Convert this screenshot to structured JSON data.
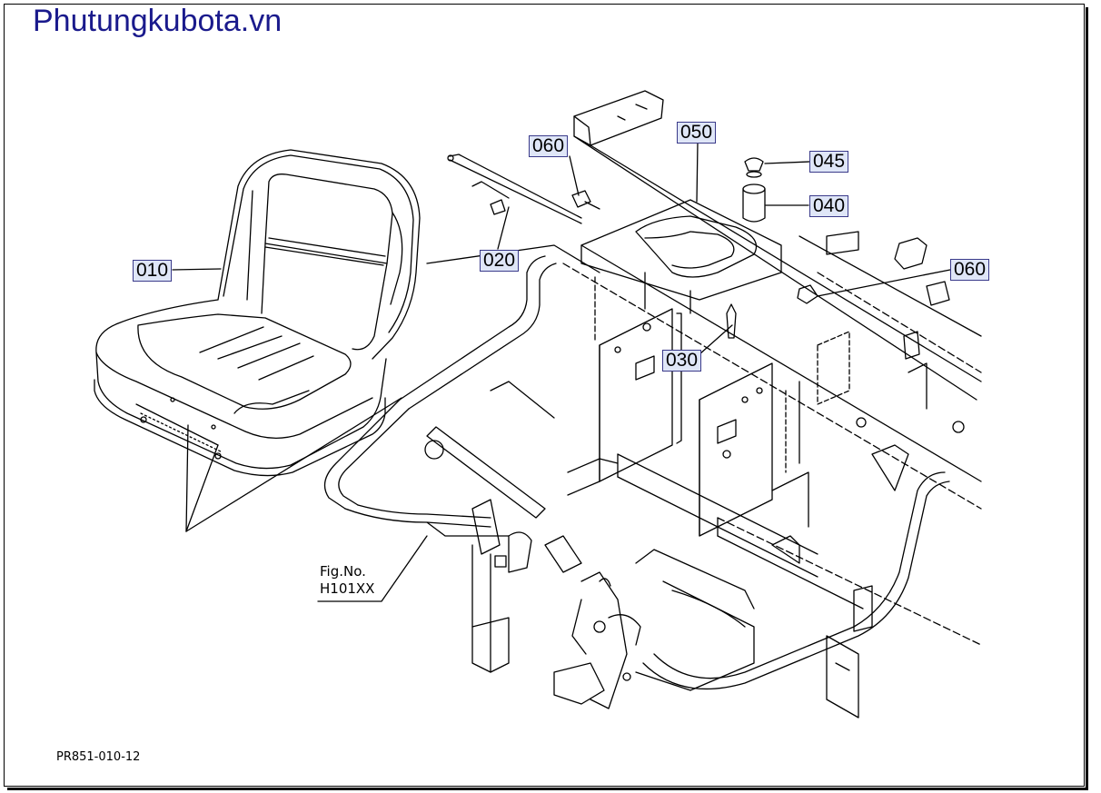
{
  "watermark": "Phutungkubota.vn",
  "callouts": [
    {
      "id": "010",
      "label": "010"
    },
    {
      "id": "020",
      "label": "020"
    },
    {
      "id": "030",
      "label": "030"
    },
    {
      "id": "040",
      "label": "040"
    },
    {
      "id": "045",
      "label": "045"
    },
    {
      "id": "050",
      "label": "050"
    },
    {
      "id": "060a",
      "label": "060"
    },
    {
      "id": "060b",
      "label": "060"
    }
  ],
  "fig_ref": {
    "line1": "Fig.No.",
    "line2": "H101XX"
  },
  "drawing_code": "PR851-010-12"
}
